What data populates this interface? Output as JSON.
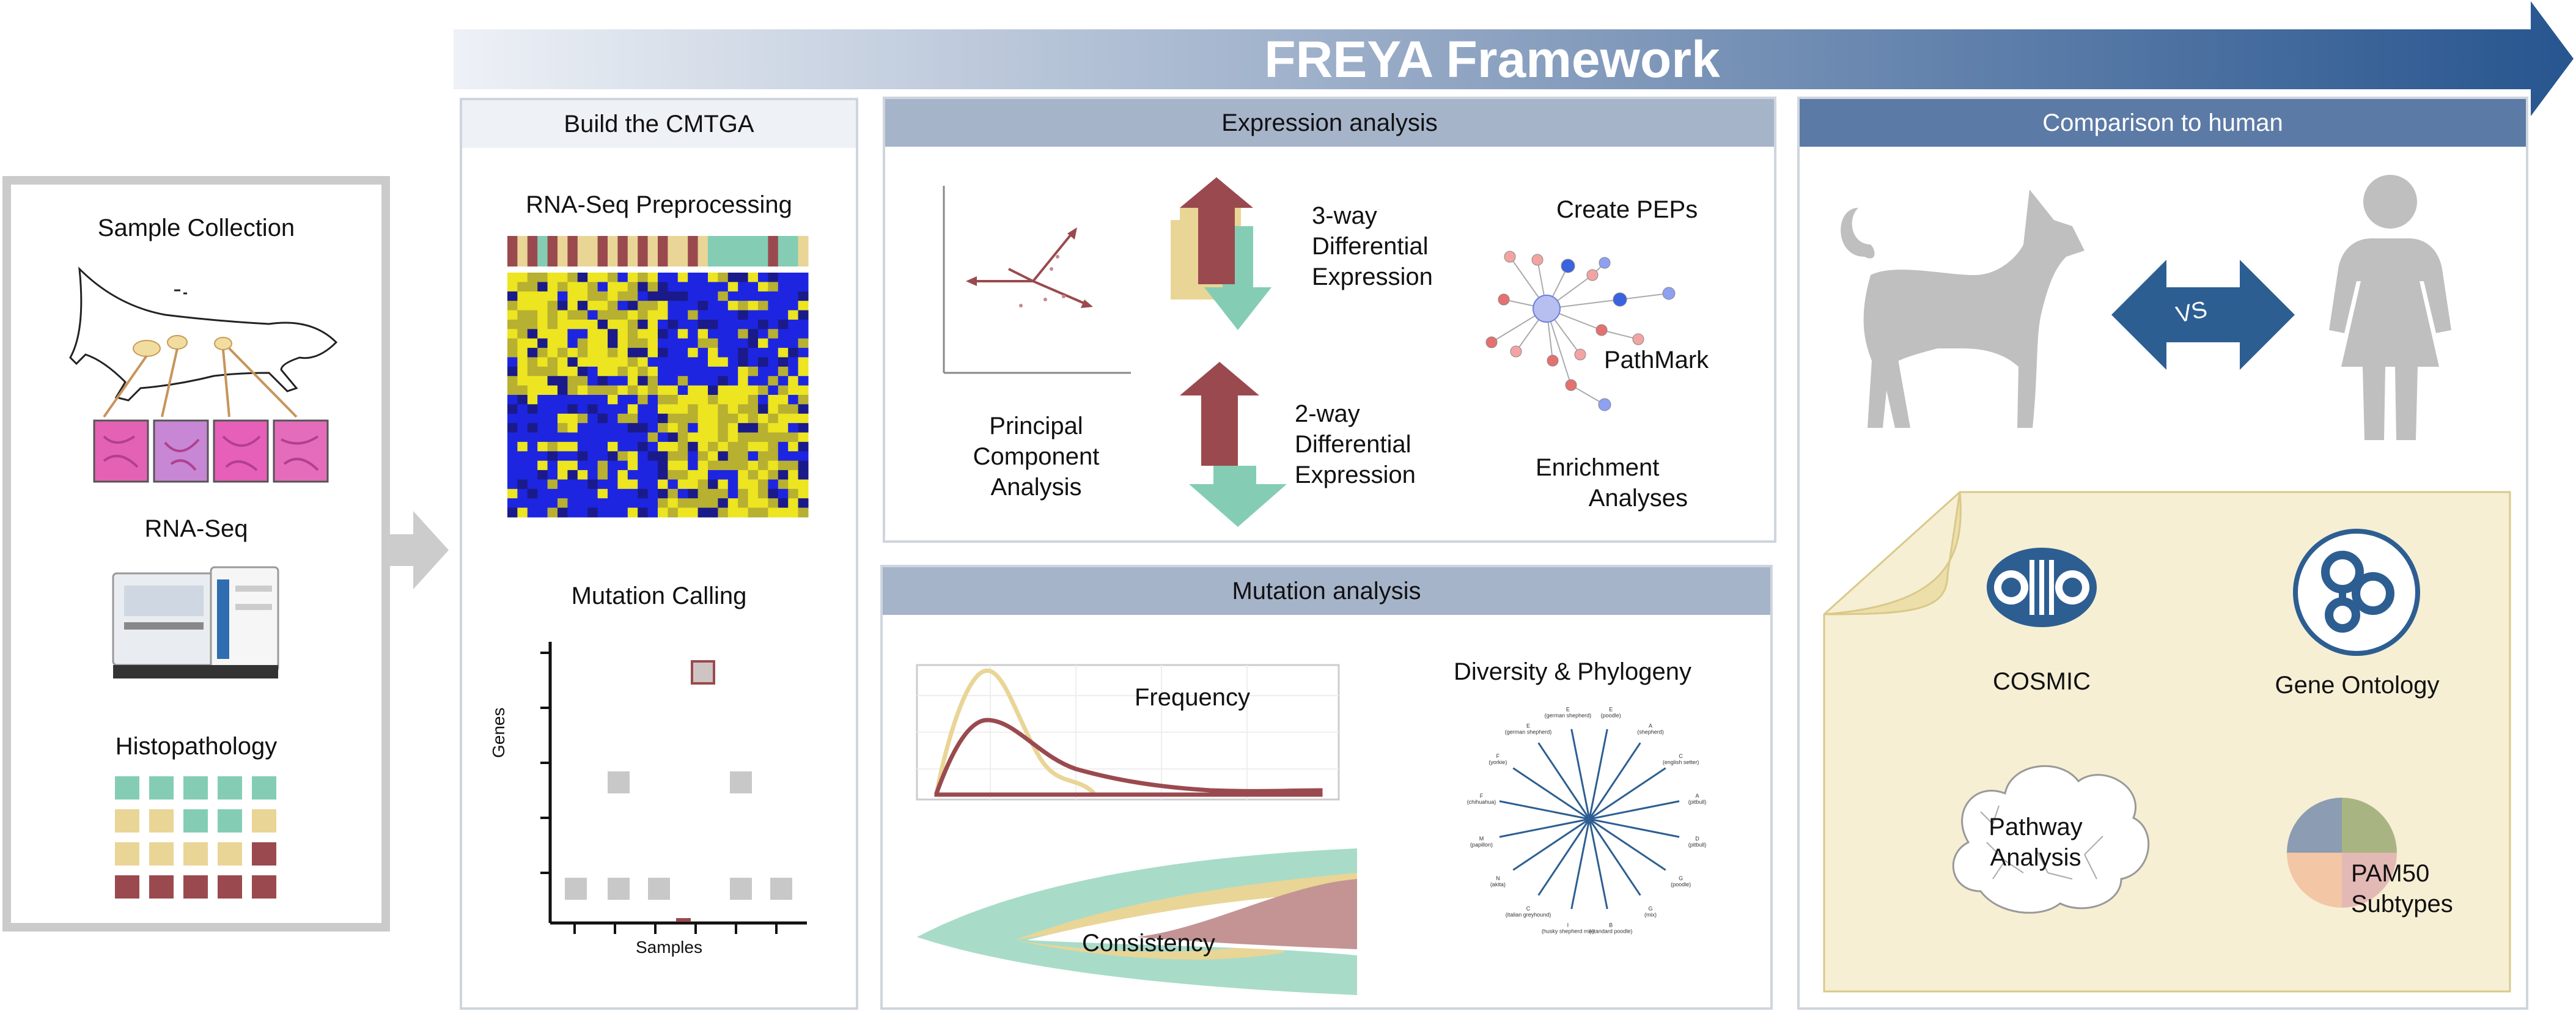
{
  "banner": {
    "title": "FREYA Framework"
  },
  "input_panel": {
    "sample_collection": "Sample Collection",
    "rna_seq": "RNA-Seq",
    "histopathology": "Histopathology"
  },
  "cmtga": {
    "title": "Build the CMTGA",
    "preprocessing": "RNA-Seq Preprocessing",
    "mutation_calling": "Mutation Calling",
    "genes_axis": "Genes",
    "samples_axis": "Samples"
  },
  "expression": {
    "title": "Expression analysis",
    "pca": "Principal\nComponent\nAnalysis",
    "threeway": "3-way\nDifferential\nExpression",
    "twoway": "2-way\nDifferential\nExpression",
    "create_peps": "Create PEPs",
    "pathmark": "PathMark",
    "enrichment": "Enrichment\n        Analyses"
  },
  "mutation": {
    "title": "Mutation analysis",
    "frequency": "Frequency",
    "consistency": "Consistency",
    "diversity": "Diversity & Phylogeny",
    "tree_labels": [
      "E\n(german shepherd)",
      "E\n(german shepherd)",
      "E\n(poodle)",
      "A\n(shepherd)",
      "C\n(english setter)",
      "A\n(pitbull)",
      "D\n(pitbull)",
      "G\n(poodle)",
      "G\n(mix)",
      "B\n(standard poodle)",
      "I\n(husky shepherd mix)",
      "C\n(italian greyhound)",
      "N\n(akita)",
      "M\n(papillon)",
      "F\n(chihuahua)",
      "F\n(yorkie)"
    ]
  },
  "human": {
    "title": "Comparison to human",
    "vs": "VS",
    "cosmic": "COSMIC",
    "gene_ontology": "Gene Ontology",
    "pathway": "Pathway\nAnalysis",
    "pam50": "PAM50\nSubtypes"
  },
  "colors": {
    "maroon": "#9a4a4f",
    "tan": "#e9d596",
    "teal": "#84cdb4",
    "navy": "#2d5e92",
    "header_blue": "#a6b4ca",
    "human_header": "#5c7aa6",
    "cream": "#f6efd4"
  }
}
